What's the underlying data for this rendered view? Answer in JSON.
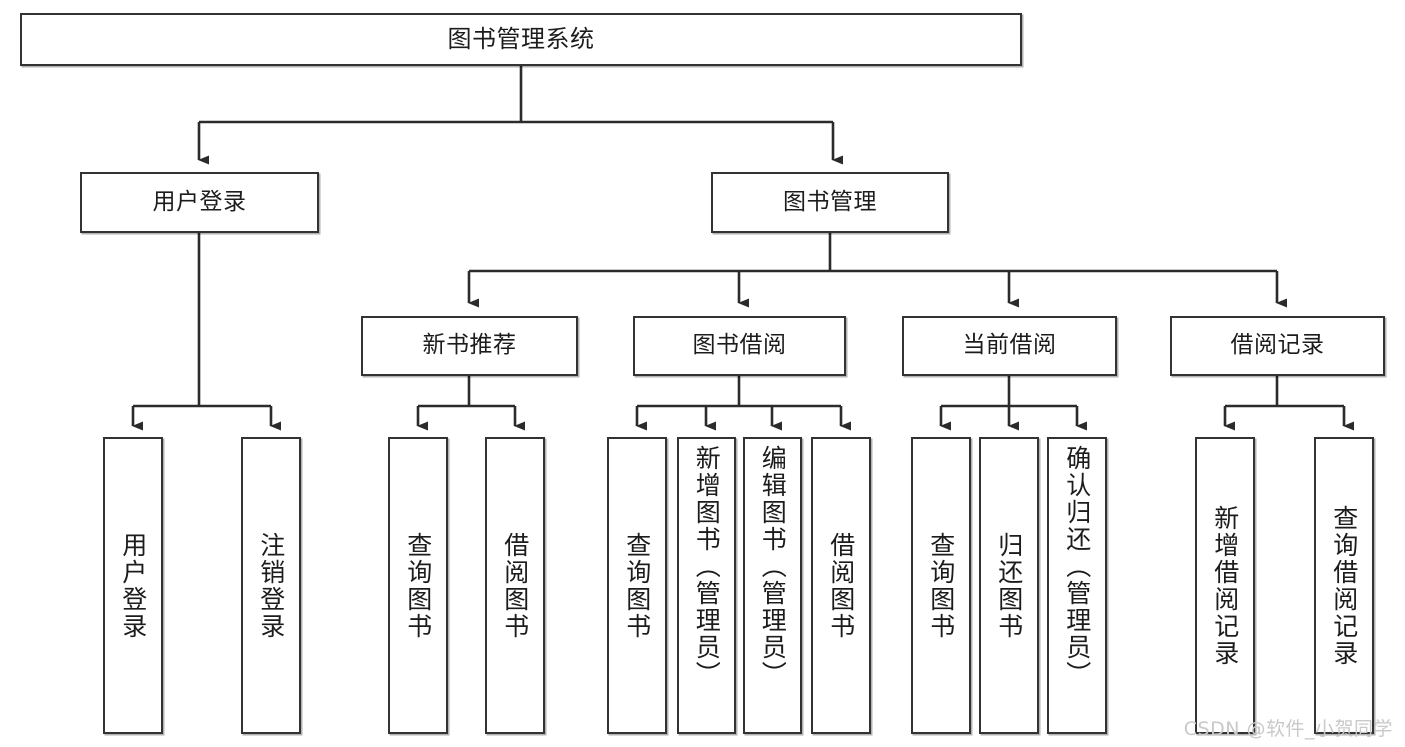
{
  "diagram": {
    "type": "hierarchy-tree",
    "title": "图书管理系统",
    "watermark": "CSDN @软件_小贺同学",
    "colors": {
      "box_border": "#333333",
      "background": "#ffffff",
      "connector": "#2b2b2b",
      "watermark": "#c9c9c9"
    },
    "levels": {
      "root": {
        "label": "图书管理系统"
      },
      "level2": [
        {
          "label": "用户登录"
        },
        {
          "label": "图书管理"
        }
      ],
      "level3": [
        {
          "label": "新书推荐"
        },
        {
          "label": "图书借阅"
        },
        {
          "label": "当前借阅"
        },
        {
          "label": "借阅记录"
        }
      ],
      "leaves": {
        "user_login": [
          {
            "label": "用户登录"
          },
          {
            "label": "注销登录"
          }
        ],
        "new_book": [
          {
            "label": "查询图书"
          },
          {
            "label": "借阅图书"
          }
        ],
        "book_borrow": [
          {
            "label": "查询图书"
          },
          {
            "label": "新增图书（管理员）"
          },
          {
            "label": "编辑图书（管理员）"
          },
          {
            "label": "借阅图书"
          }
        ],
        "current_borrow": [
          {
            "label": "查询图书"
          },
          {
            "label": "归还图书"
          },
          {
            "label": "确认归还（管理员）"
          }
        ],
        "borrow_record": [
          {
            "label": "新增借阅记录"
          },
          {
            "label": "查询借阅记录"
          }
        ]
      }
    }
  }
}
